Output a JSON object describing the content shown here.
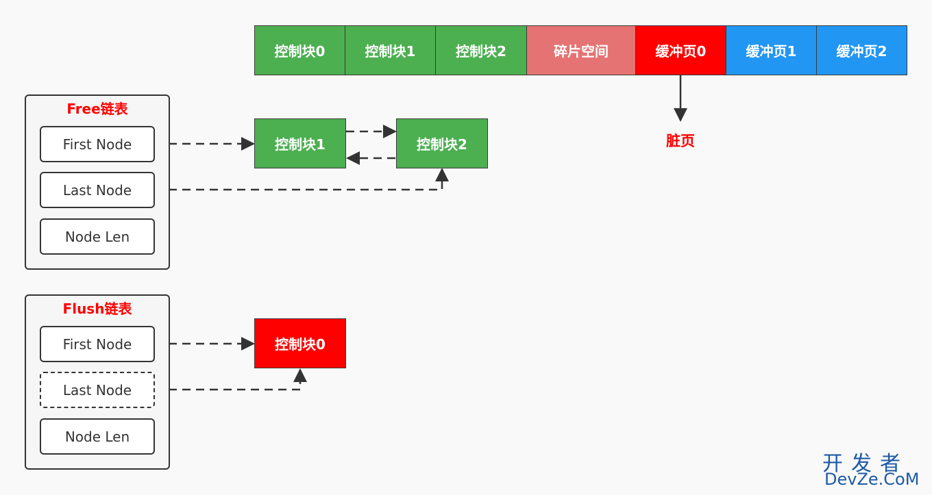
{
  "colors": {
    "green": "#4caf50",
    "pink": "#e57373",
    "red": "#ff0000",
    "blue": "#2196f3",
    "watermark": "#1e5aa6"
  },
  "memory_strip": [
    "控制块0",
    "控制块1",
    "控制块2",
    "碎片空间",
    "缓冲页0",
    "缓冲页1",
    "缓冲页2"
  ],
  "dirty_page_label": "脏页",
  "free_list": {
    "title": "Free链表",
    "first_node": "First Node",
    "last_node": "Last Node",
    "node_len": "Node Len",
    "blocks": [
      "控制块1",
      "控制块2"
    ]
  },
  "flush_list": {
    "title": "Flush链表",
    "first_node": "First Node",
    "last_node": "Last Node",
    "node_len": "Node Len",
    "blocks": [
      "控制块0"
    ]
  },
  "watermark": {
    "line1": "开发者",
    "line2": "DevZe.CoM"
  }
}
